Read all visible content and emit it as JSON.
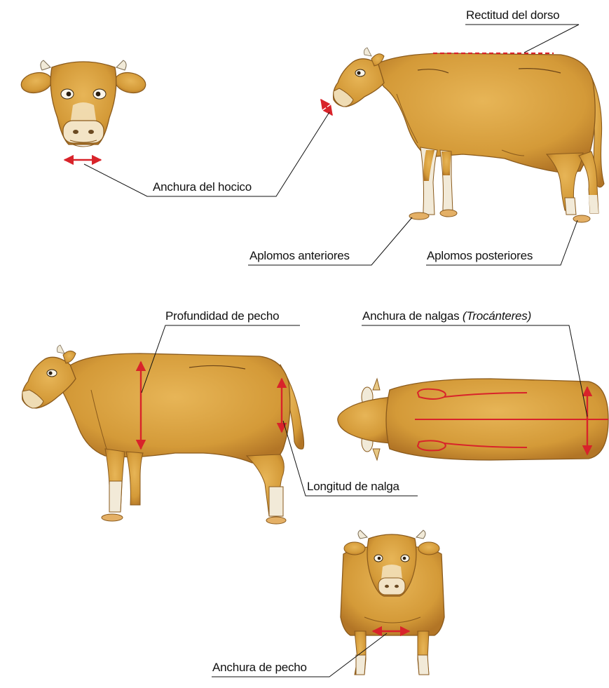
{
  "labels": {
    "rectitud_dorso": "Rectitud del dorso",
    "anchura_hocico": "Anchura del hocico",
    "aplomos_anteriores": "Aplomos anteriores",
    "aplomos_posteriores": "Aplomos posteriores",
    "profundidad_pecho": "Profundidad de pecho",
    "anchura_nalgas": "Anchura de nalgas",
    "anchura_nalgas_note": "(Trocánteres)",
    "longitud_nalga": "Longitud de nalga",
    "anchura_pecho": "Anchura de pecho"
  },
  "colors": {
    "measure": "#d8232a",
    "coat": "#d9a03c",
    "coat_dark": "#b97a22",
    "coat_light": "#ecc878",
    "white_parts": "#f4efe4",
    "outline": "#5a3a14",
    "leader": "#111111"
  },
  "icons": {
    "arrows": "double-headed-red-arrow",
    "dashed_line": "dashed-red-line"
  }
}
